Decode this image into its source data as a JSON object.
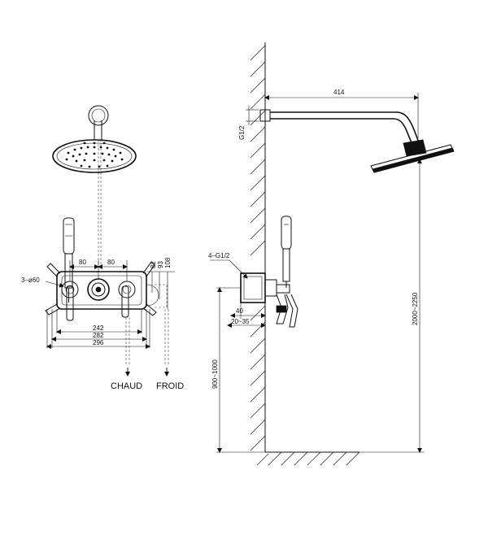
{
  "front_view": {
    "dim_80_left": "80",
    "dim_80_right": "80",
    "dim_82": "82",
    "dim_93": "93",
    "dim_108": "108",
    "dim_242": "242",
    "dim_282": "282",
    "dim_296": "296",
    "label_diameter": "3–ø60",
    "label_hot": "CHAUD",
    "label_cold": "FROID"
  },
  "side_view": {
    "dim_arm": "414",
    "label_thread_arm": "G1/2",
    "label_thread_box": "4–G1/2",
    "dim_40": "40",
    "dim_recess": "20~35",
    "dim_valve_height": "900~1000",
    "dim_total_height": "2000~2250"
  }
}
